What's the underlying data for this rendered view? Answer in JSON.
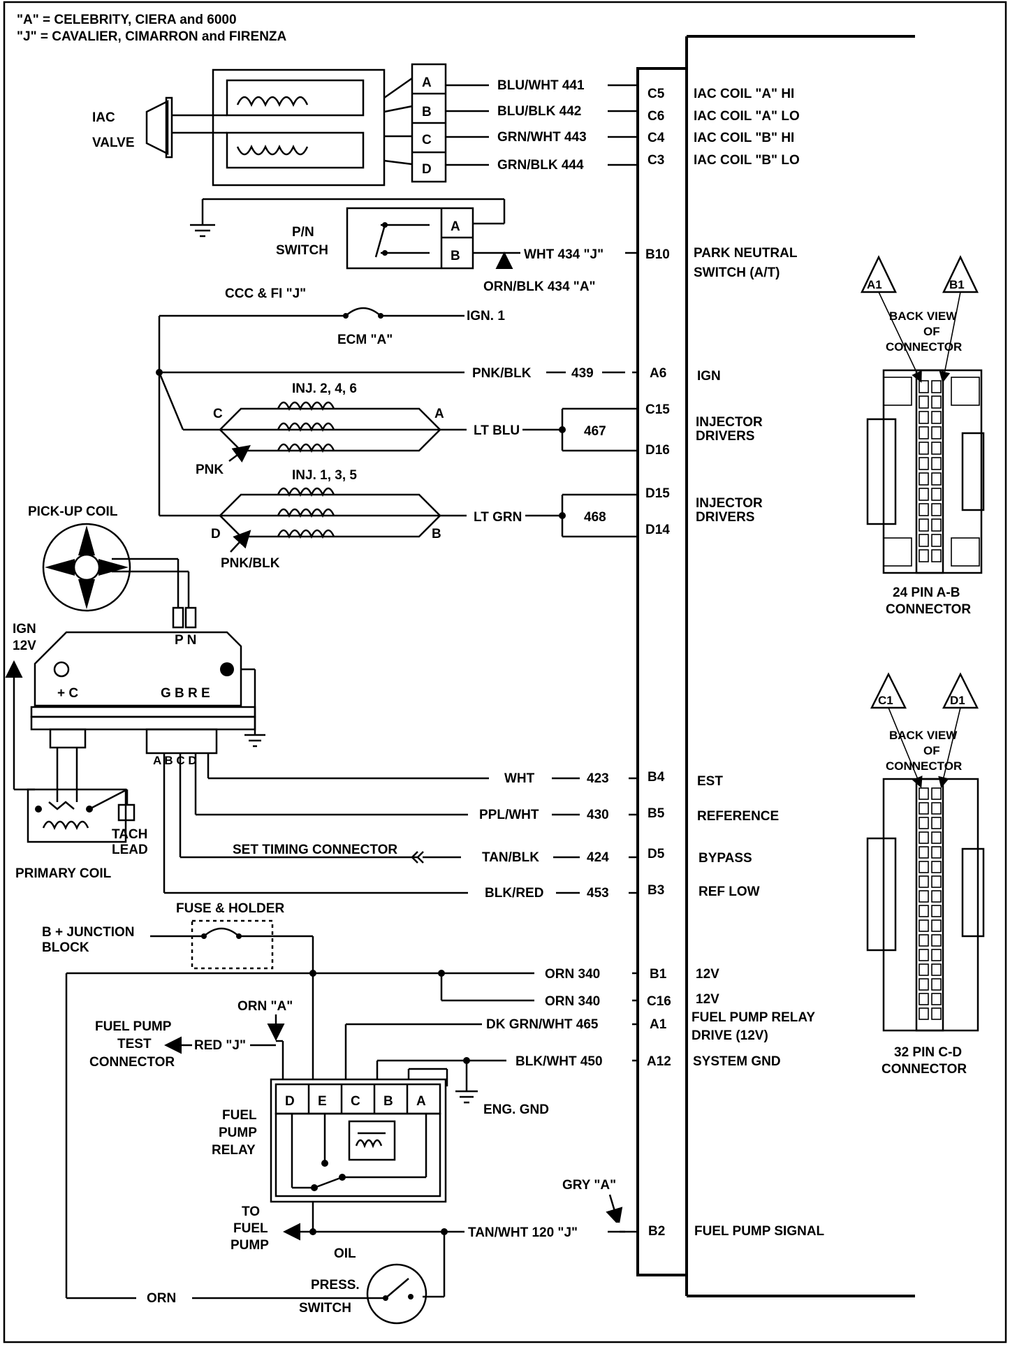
{
  "legend": {
    "line_a": "\"A\" = CELEBRITY, CIERA and 6000",
    "line_j": "\"J\" = CAVALIER, CIMARRON and FIRENZA"
  },
  "iac": {
    "label_1": "IAC",
    "label_2": "VALVE",
    "pins": [
      "A",
      "B",
      "C",
      "D"
    ]
  },
  "ecm_pins": [
    {
      "id": "c5",
      "wire": "BLU/WHT 441",
      "pin": "C5",
      "func": "IAC COIL \"A\" HI"
    },
    {
      "id": "c6",
      "wire": "BLU/BLK  442",
      "pin": "C6",
      "func": "IAC COIL \"A\" LO"
    },
    {
      "id": "c4",
      "wire": "GRN/WHT 443",
      "pin": "C4",
      "func": "IAC COIL \"B\" HI"
    },
    {
      "id": "c3",
      "wire": "GRN/BLK  444",
      "pin": "C3",
      "func": "IAC COIL \"B\" LO"
    }
  ],
  "pn_switch": {
    "label_1": "P/N",
    "label_2": "SWITCH",
    "pin_a": "A",
    "pin_b": "B",
    "wire_j": "WHT 434 \"J\"",
    "wire_a": "ORN/BLK 434 \"A\"",
    "pin": "B10",
    "func_1": "PARK NEUTRAL",
    "func_2": "SWITCH (A/T)"
  },
  "ccc_label": "CCC & FI \"J\"",
  "ign1": {
    "label": "IGN. 1",
    "fuse_label": "ECM  \"A\""
  },
  "ign_pin": {
    "wire": "PNK/BLK",
    "circuit": "439",
    "pin": "A6",
    "func": "IGN"
  },
  "injectors_246": {
    "label": "INJ. 2, 4, 6",
    "end_c": "C",
    "end_a": "A",
    "wire": "LT BLU",
    "circuit": "467",
    "pin_top": "C15",
    "pin_bottom": "D16",
    "func_1": "INJECTOR",
    "func_2": "DRIVERS",
    "feed_wire": "PNK"
  },
  "injectors_135": {
    "label": "INJ. 1, 3, 5",
    "end_d": "D",
    "end_b": "B",
    "wire": "LT GRN",
    "circuit": "468",
    "pin_top": "D15",
    "pin_bottom": "D14",
    "func_1": "INJECTOR",
    "func_2": "DRIVERS",
    "feed_wire": "PNK/BLK"
  },
  "ignition_module": {
    "pickup_label": "PICK-UP COIL",
    "pn_label": "P N",
    "ign_label_1": "IGN",
    "ign_label_2": "12V",
    "plus_c": "+ C",
    "gbre": "G B R E",
    "abcd": "A B C D",
    "tach_1": "TACH",
    "tach_2": "LEAD",
    "primary_coil": "PRIMARY COIL"
  },
  "est_pins": [
    {
      "id": "b4",
      "wire": "WHT",
      "circuit": "423",
      "pin": "B4",
      "func": "EST"
    },
    {
      "id": "b5",
      "wire": "PPL/WHT",
      "circuit": "430",
      "pin": "B5",
      "func": "REFERENCE"
    },
    {
      "id": "d5",
      "wire": "TAN/BLK",
      "circuit": "424",
      "pin": "D5",
      "func": "BYPASS"
    },
    {
      "id": "b3",
      "wire": "BLK/RED",
      "circuit": "453",
      "pin": "B3",
      "func": "REF LOW"
    }
  ],
  "set_timing": "SET  TIMING CONNECTOR",
  "fuse_holder": "FUSE & HOLDER",
  "junction_1": "B + JUNCTION",
  "junction_2": "BLOCK",
  "power_pins": [
    {
      "id": "b1",
      "wire": "ORN  340",
      "pin": "B1",
      "func": "12V"
    },
    {
      "id": "c16",
      "wire": "ORN  340",
      "pin": "C16",
      "func": "12V"
    }
  ],
  "fuel_pump_relay_drive": {
    "wire": "DK GRN/WHT 465",
    "pin": "A1",
    "func_1": "FUEL PUMP RELAY",
    "func_2": "DRIVE (12V)"
  },
  "system_gnd": {
    "wire": "BLK/WHT 450",
    "pin": "A12",
    "func": "SYSTEM GND"
  },
  "orn_a": "ORN \"A\"",
  "test_connector": {
    "line_1": "FUEL PUMP",
    "line_2": "TEST",
    "line_3": "CONNECTOR",
    "wire": "RED \"J\""
  },
  "relay": {
    "line_1": "FUEL",
    "line_2": "PUMP",
    "line_3": "RELAY",
    "pins": [
      "D",
      "E",
      "C",
      "B",
      "A"
    ]
  },
  "eng_gnd": "ENG. GND",
  "to_fuel_pump": {
    "line_1": "TO",
    "line_2": "FUEL",
    "line_3": "PUMP"
  },
  "gry_a": "GRY  \"A\"",
  "fuel_pump_signal": {
    "wire": "TAN/WHT 120 \"J\"",
    "pin": "B2",
    "func": "FUEL PUMP SIGNAL"
  },
  "oil_switch": {
    "line_1": "OIL",
    "line_2": "PRESS.",
    "line_3": "SWITCH",
    "wire": "ORN"
  },
  "connector_ab": {
    "pin_a": "A1",
    "pin_b": "B1",
    "back_1": "BACK VIEW",
    "back_2": "OF",
    "back_3": "CONNECTOR",
    "caption_1": "24 PIN  A-B",
    "caption_2": "CONNECTOR"
  },
  "connector_cd": {
    "pin_c": "C1",
    "pin_d": "D1",
    "back_1": "BACK VIEW",
    "back_2": "OF",
    "back_3": "CONNECTOR",
    "caption_1": "32 PIN  C-D",
    "caption_2": "CONNECTOR"
  }
}
